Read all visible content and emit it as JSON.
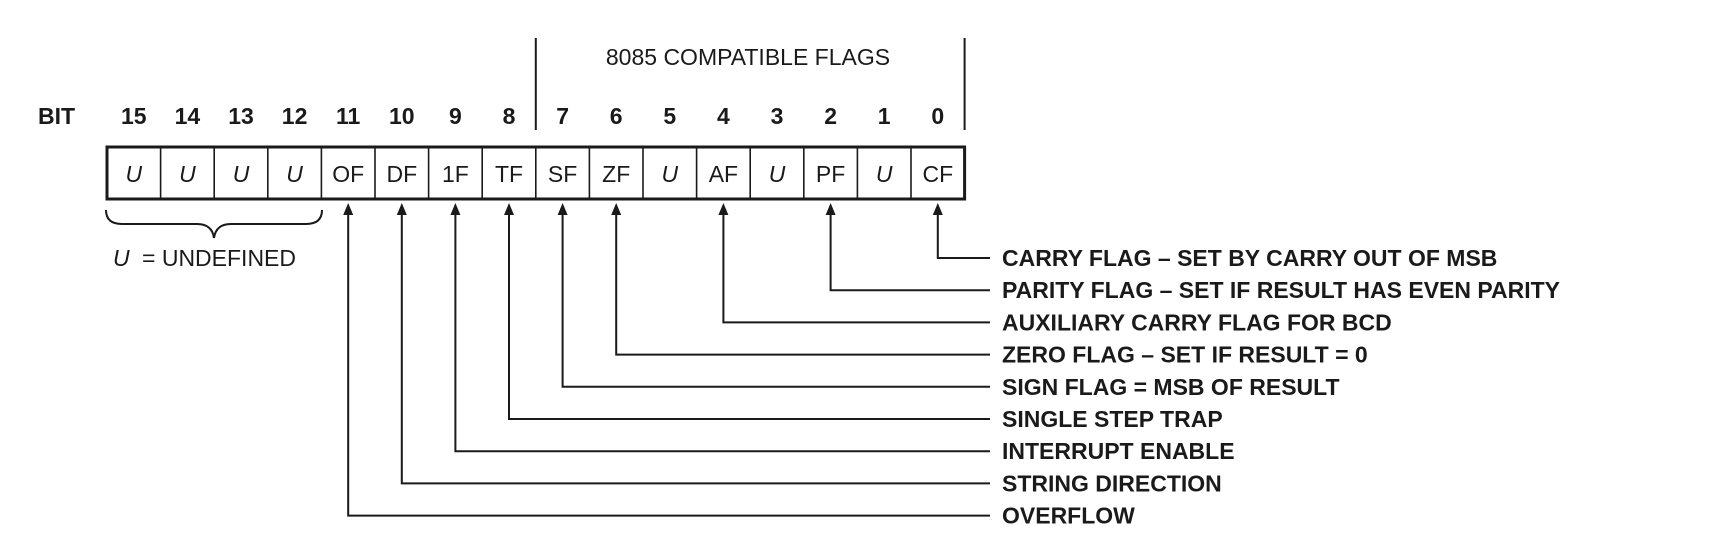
{
  "bit_label": "BIT",
  "compat_label": "8085 COMPATIBLE FLAGS",
  "undefined_note": {
    "symbol": "U",
    "text": "= UNDEFINED"
  },
  "cells": [
    {
      "bit": "15",
      "text": "U",
      "undefined": true
    },
    {
      "bit": "14",
      "text": "U",
      "undefined": true
    },
    {
      "bit": "13",
      "text": "U",
      "undefined": true
    },
    {
      "bit": "12",
      "text": "U",
      "undefined": true
    },
    {
      "bit": "11",
      "text": "OF",
      "undefined": false
    },
    {
      "bit": "10",
      "text": "DF",
      "undefined": false
    },
    {
      "bit": "9",
      "text": "1F",
      "undefined": false
    },
    {
      "bit": "8",
      "text": "TF",
      "undefined": false
    },
    {
      "bit": "7",
      "text": "SF",
      "undefined": false
    },
    {
      "bit": "6",
      "text": "ZF",
      "undefined": false
    },
    {
      "bit": "5",
      "text": "U",
      "undefined": true
    },
    {
      "bit": "4",
      "text": "AF",
      "undefined": false
    },
    {
      "bit": "3",
      "text": "U",
      "undefined": true
    },
    {
      "bit": "2",
      "text": "PF",
      "undefined": false
    },
    {
      "bit": "1",
      "text": "U",
      "undefined": true
    },
    {
      "bit": "0",
      "text": "CF",
      "undefined": false
    }
  ],
  "descriptions": [
    {
      "bit": "0",
      "text": "CARRY FLAG – SET BY CARRY OUT OF MSB"
    },
    {
      "bit": "2",
      "text": "PARITY FLAG – SET IF RESULT HAS EVEN PARITY"
    },
    {
      "bit": "4",
      "text": "AUXILIARY CARRY FLAG FOR BCD"
    },
    {
      "bit": "6",
      "text": "ZERO FLAG – SET IF RESULT = 0"
    },
    {
      "bit": "7",
      "text": "SIGN FLAG = MSB OF RESULT"
    },
    {
      "bit": "8",
      "text": "SINGLE STEP TRAP"
    },
    {
      "bit": "9",
      "text": "INTERRUPT ENABLE"
    },
    {
      "bit": "10",
      "text": "STRING DIRECTION"
    },
    {
      "bit": "11",
      "text": "OVERFLOW"
    }
  ]
}
